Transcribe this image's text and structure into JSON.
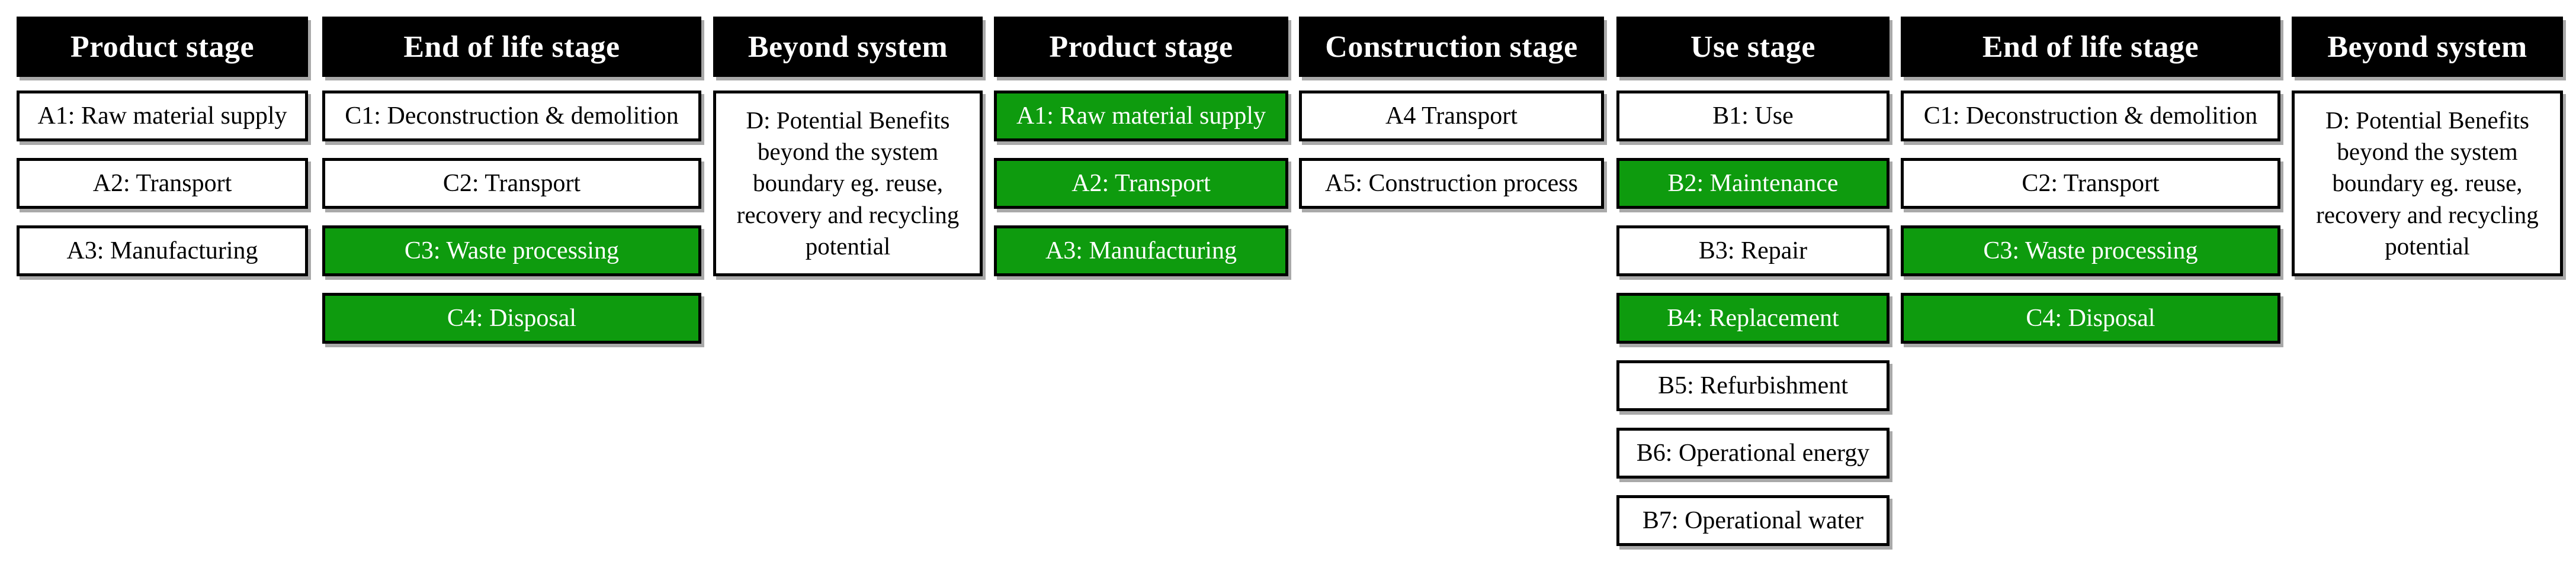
{
  "diagram": {
    "kind": "life-cycle-stages",
    "colors": {
      "highlight_green": "#0e9b0e",
      "header_background": "#000000",
      "box_border": "#000000",
      "header_text": "#ffffff",
      "box_text": "#000000"
    },
    "columns": [
      {
        "header": "Product stage",
        "items": [
          {
            "label": "A1: Raw material supply",
            "highlighted": false
          },
          {
            "label": "A2: Transport",
            "highlighted": false
          },
          {
            "label": "A3: Manufacturing",
            "highlighted": false
          }
        ]
      },
      {
        "header": "End of life stage",
        "items": [
          {
            "label": "C1: Deconstruction & demolition",
            "highlighted": false
          },
          {
            "label": "C2: Transport",
            "highlighted": false
          },
          {
            "label": "C3: Waste processing",
            "highlighted": true
          },
          {
            "label": "C4: Disposal",
            "highlighted": true
          }
        ]
      },
      {
        "header": "Beyond system",
        "items": [
          {
            "label": "D: Potential Benefits beyond the system boundary eg. reuse, recovery and recycling potential",
            "highlighted": false
          }
        ]
      },
      {
        "header": "Product stage",
        "items": [
          {
            "label": "A1: Raw material supply",
            "highlighted": true
          },
          {
            "label": "A2: Transport",
            "highlighted": true
          },
          {
            "label": "A3: Manufacturing",
            "highlighted": true
          }
        ]
      },
      {
        "header": "Construction stage",
        "items": [
          {
            "label": "A4 Transport",
            "highlighted": false
          },
          {
            "label": "A5: Construction process",
            "highlighted": false
          }
        ]
      },
      {
        "header": "Use stage",
        "items": [
          {
            "label": "B1: Use",
            "highlighted": false
          },
          {
            "label": "B2: Maintenance",
            "highlighted": true
          },
          {
            "label": "B3: Repair",
            "highlighted": false
          },
          {
            "label": "B4: Replacement",
            "highlighted": true
          },
          {
            "label": "B5: Refurbishment",
            "highlighted": false
          },
          {
            "label": "B6: Operational energy",
            "highlighted": false
          },
          {
            "label": "B7: Operational water",
            "highlighted": false
          }
        ]
      },
      {
        "header": "End of life stage",
        "items": [
          {
            "label": "C1: Deconstruction & demolition",
            "highlighted": false
          },
          {
            "label": "C2: Transport",
            "highlighted": false
          },
          {
            "label": "C3: Waste processing",
            "highlighted": true
          },
          {
            "label": "C4: Disposal",
            "highlighted": true
          }
        ]
      },
      {
        "header": "Beyond system",
        "items": [
          {
            "label": "D: Potential Benefits beyond the system boundary eg. reuse, recovery and recycling potential",
            "highlighted": false
          }
        ]
      }
    ]
  }
}
